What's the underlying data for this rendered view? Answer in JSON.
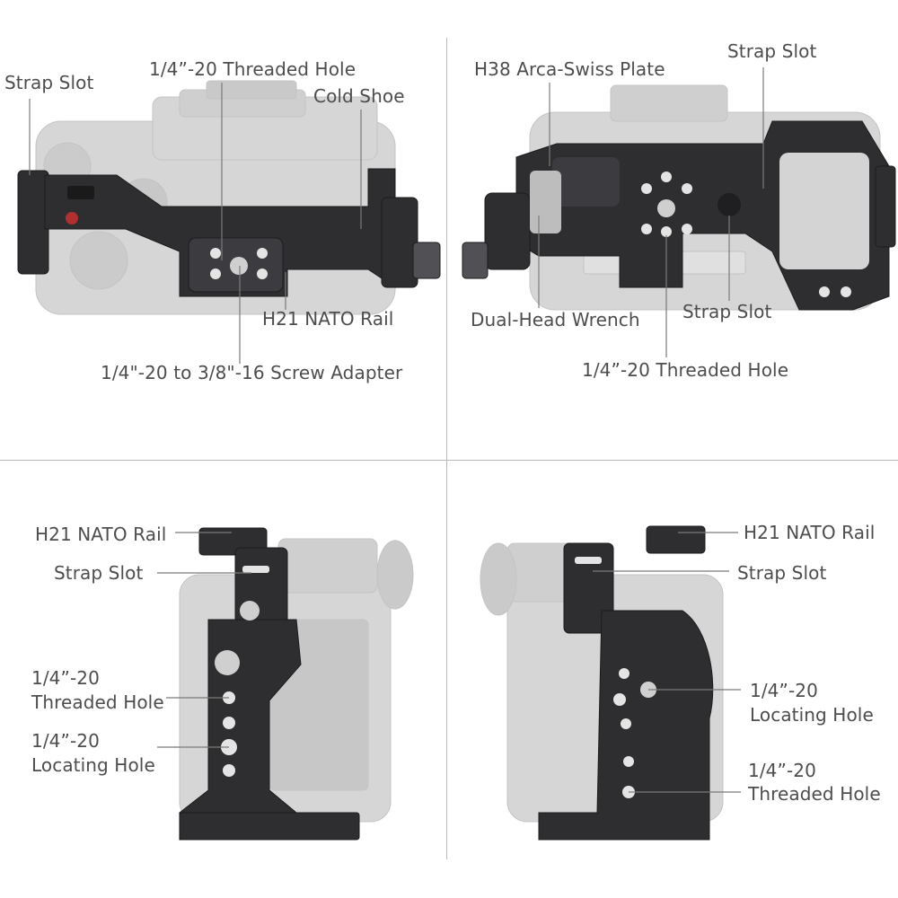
{
  "colors": {
    "cage": "#2b2b2e",
    "cage_light": "#4a4a4f",
    "camera_ghost": "#d9d9d9",
    "leader_line": "#7a7a7a",
    "divider": "#b9b9b9"
  },
  "top_left": {
    "strap_slot": "Strap Slot",
    "threaded_hole": "1/4”-20 Threaded Hole",
    "cold_shoe": "Cold Shoe",
    "nato_rail": "H21 NATO Rail",
    "screw_adapter": "1/4\"-20 to 3/8\"-16 Screw Adapter"
  },
  "top_right": {
    "arca_plate": "H38 Arca-Swiss Plate",
    "strap_slot_top": "Strap Slot",
    "wrench": "Dual-Head Wrench",
    "strap_slot_bottom": "Strap Slot",
    "threaded_hole": "1/4”-20 Threaded Hole"
  },
  "bottom_left": {
    "nato_rail": "H21 NATO Rail",
    "strap_slot": "Strap Slot",
    "threaded_hole_line1": "1/4”-20",
    "threaded_hole_line2": "Threaded Hole",
    "locating_hole_line1": "1/4”-20",
    "locating_hole_line2": "Locating Hole"
  },
  "bottom_right": {
    "nato_rail": "H21 NATO Rail",
    "strap_slot": "Strap Slot",
    "locating_hole_line1": "1/4”-20",
    "locating_hole_line2": "Locating Hole",
    "threaded_hole_line1": "1/4”-20",
    "threaded_hole_line2": "Threaded Hole"
  }
}
